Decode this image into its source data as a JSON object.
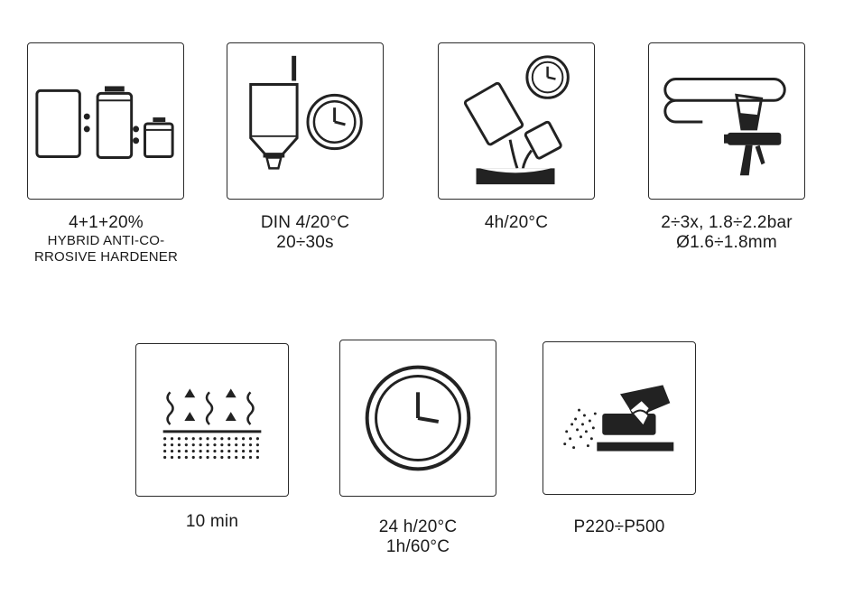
{
  "steps": [
    {
      "icon": "mixing-ratio-cans-icon",
      "lines": [
        "4+1+20%"
      ],
      "sub_lines": [
        "HYBRID ANTI-CO-",
        "RROSIVE HARDENER"
      ]
    },
    {
      "icon": "viscosity-cup-timer-icon",
      "lines": [
        "DIN 4/20°C",
        "20÷30s"
      ],
      "sub_lines": []
    },
    {
      "icon": "pot-life-pouring-icon",
      "lines": [
        "4h/20°C"
      ],
      "sub_lines": []
    },
    {
      "icon": "spray-gun-icon",
      "lines": [
        "2÷3x, 1.8÷2.2bar",
        "Ø1.6÷1.8mm"
      ],
      "sub_lines": []
    },
    {
      "icon": "flash-off-evaporation-icon",
      "lines": [
        "10 min"
      ],
      "sub_lines": []
    },
    {
      "icon": "drying-clock-icon",
      "lines": [
        "24 h/20°C",
        "1h/60°C"
      ],
      "sub_lines": []
    },
    {
      "icon": "sanding-hand-icon",
      "lines": [
        "P220÷P500"
      ],
      "sub_lines": []
    }
  ]
}
